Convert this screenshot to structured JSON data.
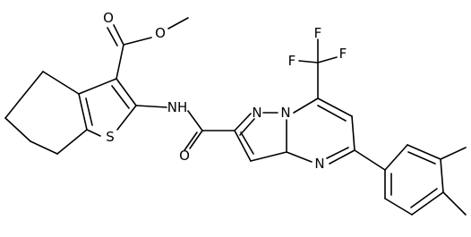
{
  "molecule": {
    "atom_labels": {
      "ester_carbonyl_O": "O",
      "ester_ether_O": "O",
      "thiophene_S": "S",
      "amide_NH": "NH",
      "amide_O": "O",
      "pyrazole_N1": "N",
      "pyrazole_N2": "N",
      "pyrimidine_N": "N",
      "F1": "F",
      "F2": "F",
      "F3": "F"
    },
    "colors": {
      "bond": "#000000",
      "label": "#000000",
      "background": "#ffffff"
    }
  }
}
